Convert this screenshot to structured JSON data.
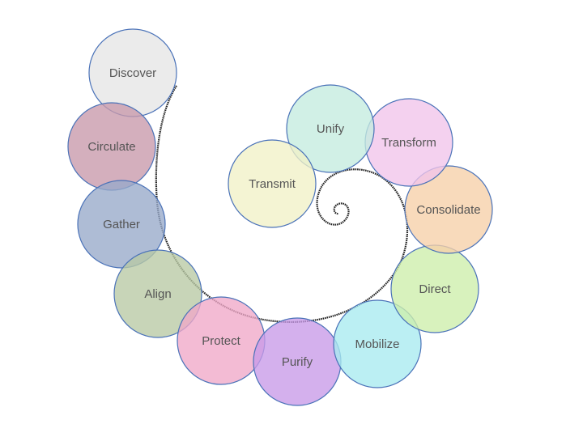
{
  "diagram": {
    "nodes": [
      {
        "label": "Discover",
        "color": "#e6e6e6"
      },
      {
        "label": "Circulate",
        "color": "#c898aa"
      },
      {
        "label": "Gather",
        "color": "#97a9c9"
      },
      {
        "label": "Align",
        "color": "#b8c9a4"
      },
      {
        "label": "Protect",
        "color": "#f0a8c8"
      },
      {
        "label": "Purify",
        "color": "#c89ae8"
      },
      {
        "label": "Mobilize",
        "color": "#a8eaf0"
      },
      {
        "label": "Direct",
        "color": "#cdeeaa"
      },
      {
        "label": "Consolidate",
        "color": "#f6cfa8"
      },
      {
        "label": "Transform",
        "color": "#f1c4ea"
      },
      {
        "label": "Unify",
        "color": "#c4ecdf"
      },
      {
        "label": "Transmit",
        "color": "#f1f1c6"
      }
    ],
    "line_color": "#222222",
    "border_color": "#4a72b8",
    "text_color": "#555555"
  }
}
